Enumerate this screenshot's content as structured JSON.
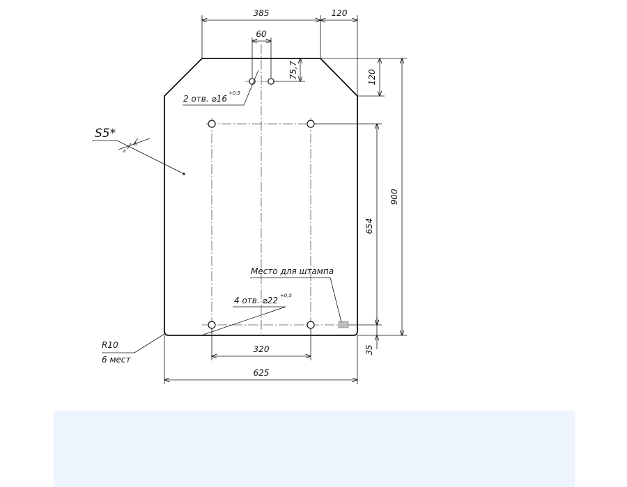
{
  "drawing": {
    "dimensions": {
      "top_width": "385",
      "top_chamfer_width": "120",
      "hole_spacing_top": "60",
      "hole_offset": "75,7",
      "chamfer_height": "120",
      "overall_height": "900",
      "hole_pitch_vertical": "654",
      "bottom_offset": "35",
      "hole_pitch_horizontal": "320",
      "overall_width": "625"
    },
    "notes": {
      "holes_small": "2 отв. ⌀16",
      "holes_small_tol": "+0,5",
      "holes_large": "4 отв. ⌀22",
      "holes_large_tol": "+0,5",
      "thickness": "S5*",
      "thickness_sub_a": "a",
      "thickness_sub_b": "b",
      "stamp": "Место для штампа",
      "radius": "R10",
      "radius_count": "6 мест"
    },
    "colors": {
      "line": "#111111",
      "stamp_fill": "#bdbdbd",
      "panel": "#eef4fd"
    }
  }
}
